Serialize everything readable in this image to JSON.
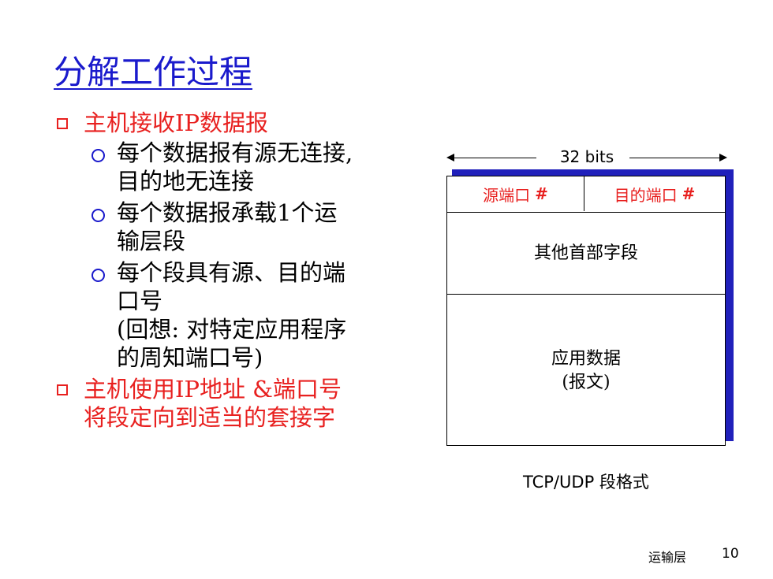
{
  "title": "分解工作过程",
  "bullets": {
    "b1": "主机接收IP数据报",
    "sub1": "每个数据报有源无连接,\n目的地无连接",
    "sub2": "每个数据报承载1个运\n输层段",
    "sub3": "每个段具有源、目的端\n口号\n(回想: 对特定应用程序\n的周知端口号)",
    "b2": "主机使用IP地址 &端口号\n将段定向到适当的套接字"
  },
  "diagram": {
    "bits_label": "32 bits",
    "src_port": "源端口",
    "dst_port": "目的端口",
    "hash": "#",
    "other_fields": "其他首部字段",
    "app_data_line1": "应用数据",
    "app_data_line2": "(报文)",
    "caption": "TCP/UDP 段格式"
  },
  "footer": {
    "label": "运输层",
    "page": "10"
  }
}
